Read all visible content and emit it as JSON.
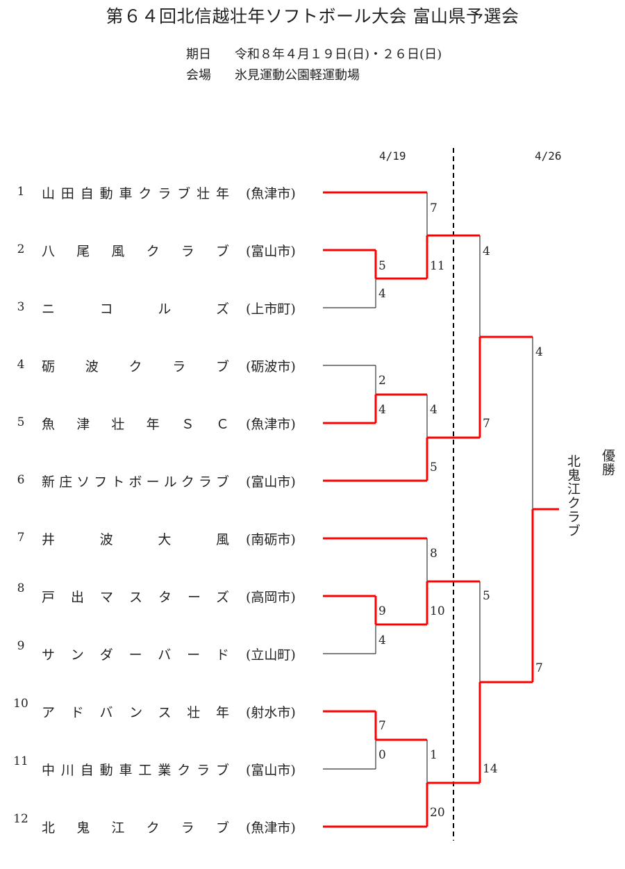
{
  "title": "第６４回北信越壮年ソフトボール大会 富山県予選会",
  "info": {
    "date_label": "期日",
    "date_value": "令和８年４月１９日(日)・２６日(日)",
    "venue_label": "会場",
    "venue_value": "氷見運動公園軽運動場"
  },
  "round_dates": [
    "4/19",
    "4/26"
  ],
  "teams": [
    {
      "seed": "1",
      "name": "山田自動車クラブ壮年",
      "city": "(魚津市)"
    },
    {
      "seed": "2",
      "name": "八尾風クラブ",
      "city": "(富山市)"
    },
    {
      "seed": "3",
      "name": "ニコルズ",
      "city": "(上市町)"
    },
    {
      "seed": "4",
      "name": "砺波クラブ",
      "city": "(砺波市)"
    },
    {
      "seed": "5",
      "name": "魚津壮年ＳＣ",
      "city": "(魚津市)"
    },
    {
      "seed": "6",
      "name": "新庄ソフトボールクラブ",
      "city": "(富山市)"
    },
    {
      "seed": "7",
      "name": "井波大風",
      "city": "(南砺市)"
    },
    {
      "seed": "8",
      "name": "戸出マスターズ",
      "city": "(高岡市)"
    },
    {
      "seed": "9",
      "name": "サンダーバード",
      "city": "(立山町)"
    },
    {
      "seed": "10",
      "name": "アドバンス壮年",
      "city": "(射水市)"
    },
    {
      "seed": "11",
      "name": "中川自動車工業クラブ",
      "city": "(富山市)"
    },
    {
      "seed": "12",
      "name": "北鬼江クラブ",
      "city": "(魚津市)"
    }
  ],
  "scores": {
    "r1_2v3": [
      "5",
      "4"
    ],
    "r1_4v5": [
      "2",
      "4"
    ],
    "r1_8v9": [
      "9",
      "4"
    ],
    "r1_10v11": [
      "7",
      "0"
    ],
    "qf_1": [
      "7",
      "11"
    ],
    "qf_2": [
      "4",
      "5"
    ],
    "qf_3": [
      "8",
      "10"
    ],
    "qf_4": [
      "1",
      "20"
    ],
    "sf_1": [
      "4",
      "7"
    ],
    "sf_2": [
      "5",
      "14"
    ],
    "final": [
      "4",
      "7"
    ]
  },
  "champion": {
    "label": "優勝",
    "team": "北鬼江クラブ"
  },
  "colors": {
    "winner_line": "#ff0000",
    "line": "#333333"
  }
}
